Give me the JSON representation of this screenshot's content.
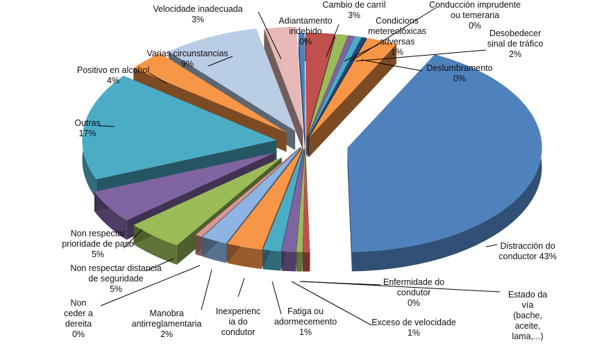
{
  "chart_data": {
    "type": "pie",
    "title": "",
    "legend": "none",
    "slices": [
      {
        "id": "adiantamento",
        "label": [
          "Adiantamento",
          "indebido"
        ],
        "pct": "0%",
        "value": 0.5,
        "color": "#4F81BD"
      },
      {
        "id": "cambio-carril",
        "label": [
          "Cambio de carril"
        ],
        "pct": "3%",
        "value": 2.5,
        "color": "#C0504D"
      },
      {
        "id": "condicions",
        "label": [
          "Condicions",
          "metereolóxicas",
          "adversas"
        ],
        "pct": "1%",
        "value": 1,
        "color": "#9BBB59"
      },
      {
        "id": "conduccion",
        "label": [
          "Conducción imprudente",
          "ou temeraria"
        ],
        "pct": "0%",
        "value": 0.5,
        "color": "#8064A2"
      },
      {
        "id": "desobedecer",
        "label": [
          "Desobedecer",
          "sinal de tráfico"
        ],
        "pct": "2%",
        "value": 0.6,
        "color": "#4BACC6"
      },
      {
        "id": "deslumbramento",
        "label": [
          "Deslumbramento"
        ],
        "pct": "0%",
        "value": 0.4,
        "color": "#1F497D"
      },
      {
        "id": "semaforo",
        "label": [],
        "pct": "",
        "value": 2.6,
        "color": "#F79646"
      },
      {
        "id": "distraccion",
        "label": [
          "Distracción do",
          "conductor 43%"
        ],
        "pct": "",
        "value": 43,
        "color": "#4F81BD"
      },
      {
        "id": "estado-via",
        "label": [
          "Estado da",
          "vía",
          "(bache,",
          "aceite,",
          "lama,...)"
        ],
        "pct": "",
        "value": 0.6,
        "color": "#C0504D"
      },
      {
        "id": "enfermidade",
        "label": [
          "Enfermidade do",
          "condutor"
        ],
        "pct": "0%",
        "value": 0.5,
        "color": "#9BBB59"
      },
      {
        "id": "exceso",
        "label": [
          "Exceso de velocidade"
        ],
        "pct": "1%",
        "value": 1.2,
        "color": "#8064A2"
      },
      {
        "id": "fatiga",
        "label": [
          "Fatiga ou",
          "adormecemento"
        ],
        "pct": "1%",
        "value": 1.5,
        "color": "#4BACC6"
      },
      {
        "id": "inexperiencia",
        "label": [
          "Inexperienc",
          "ia do",
          "condutor"
        ],
        "pct": "",
        "value": 3,
        "color": "#F79646"
      },
      {
        "id": "manobra",
        "label": [
          "Manobra",
          "antirreglamentaria"
        ],
        "pct": "2%",
        "value": 2.2,
        "color": "#8DB4E2"
      },
      {
        "id": "non-ceder",
        "label": [
          "Non",
          "ceder a",
          "dereita"
        ],
        "pct": "0%",
        "value": 0.6,
        "color": "#D99694"
      },
      {
        "id": "non-distancia",
        "label": [
          "Non respectar distancia",
          "de seguridade"
        ],
        "pct": "5%",
        "value": 4.8,
        "color": "#9BBB59"
      },
      {
        "id": "non-prioridade",
        "label": [
          "Non respectar",
          "prioridade de paso"
        ],
        "pct": "5%",
        "value": 5.2,
        "color": "#8064A2"
      },
      {
        "id": "outras",
        "label": [
          "Outras"
        ],
        "pct": "17%",
        "value": 17,
        "color": "#4BACC6"
      },
      {
        "id": "positivo",
        "label": [
          "Positivo en alcohol"
        ],
        "pct": "4%",
        "value": 3.2,
        "color": "#F79646"
      },
      {
        "id": "varias",
        "label": [
          "Varias circunstancias"
        ],
        "pct": "9%",
        "value": 8.2,
        "color": "#B9CDE5"
      },
      {
        "id": "velocidade",
        "label": [
          "Velocidade inadecuada"
        ],
        "pct": "3%",
        "value": 2.7,
        "color": "#E6B9B8"
      }
    ]
  }
}
